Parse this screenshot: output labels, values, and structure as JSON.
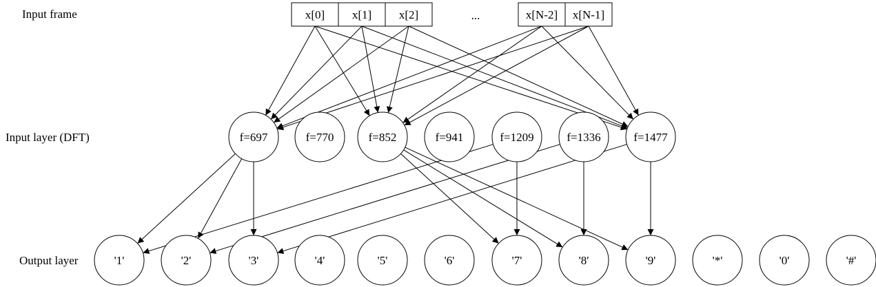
{
  "labels": {
    "input_frame": "Input frame",
    "input_layer": "Input layer (DFT)",
    "output_layer": "Output layer",
    "ellipsis": "..."
  },
  "input_frame": [
    "x[0]",
    "x[1]",
    "x[2]",
    "x[N-2]",
    "x[N-1]"
  ],
  "input_layer": [
    "f=697",
    "f=770",
    "f=852",
    "f=941",
    "f=1209",
    "f=1336",
    "f=1477"
  ],
  "output_layer": [
    "'1'",
    "'2'",
    "'3'",
    "'4'",
    "'5'",
    "'6'",
    "'7'",
    "'8'",
    "'9'",
    "'*'",
    "'0'",
    "'#'"
  ],
  "edges_frame_to_input": [
    [
      "x[0]",
      "f=697"
    ],
    [
      "x[0]",
      "f=852"
    ],
    [
      "x[0]",
      "f=1477"
    ],
    [
      "x[1]",
      "f=697"
    ],
    [
      "x[1]",
      "f=852"
    ],
    [
      "x[1]",
      "f=1477"
    ],
    [
      "x[2]",
      "f=697"
    ],
    [
      "x[2]",
      "f=852"
    ],
    [
      "x[2]",
      "f=1477"
    ],
    [
      "x[N-2]",
      "f=697"
    ],
    [
      "x[N-2]",
      "f=852"
    ],
    [
      "x[N-2]",
      "f=1477"
    ],
    [
      "x[N-1]",
      "f=697"
    ],
    [
      "x[N-1]",
      "f=852"
    ],
    [
      "x[N-1]",
      "f=1477"
    ]
  ],
  "edges_input_to_output": [
    [
      "f=697",
      "'1'"
    ],
    [
      "f=697",
      "'2'"
    ],
    [
      "f=697",
      "'3'"
    ],
    [
      "f=852",
      "'7'"
    ],
    [
      "f=852",
      "'8'"
    ],
    [
      "f=852",
      "'9'"
    ],
    [
      "f=1209",
      "'1'"
    ],
    [
      "f=1209",
      "'7'"
    ],
    [
      "f=1336",
      "'2'"
    ],
    [
      "f=1336",
      "'8'"
    ],
    [
      "f=1477",
      "'3'"
    ],
    [
      "f=1477",
      "'9'"
    ]
  ]
}
